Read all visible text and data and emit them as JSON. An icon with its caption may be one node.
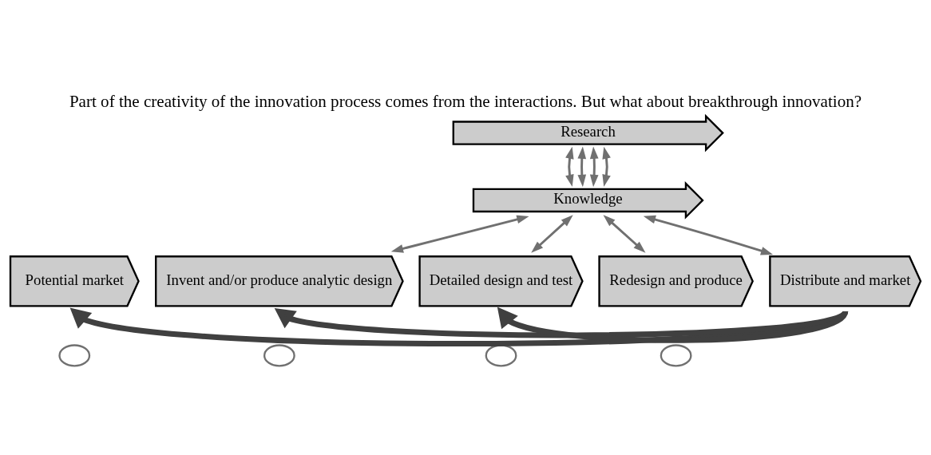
{
  "diagram": {
    "title": "Part of the creativity of the innovation process comes from the interactions. But what about breakthrough innovation?",
    "nodes": [
      {
        "text": [
          "Research"
        ]
      },
      {
        "text": [
          "Knowledge"
        ]
      },
      {
        "text": [
          "Potential market"
        ]
      },
      {
        "text": [
          "Invent and/or produce analytic design"
        ]
      },
      {
        "text": [
          "Detailed design and test"
        ]
      },
      {
        "text": [
          "Redesign and produce"
        ]
      },
      {
        "text": [
          "Distribute and market"
        ]
      },
      {
        "text": [],
        "shape": "ellipse"
      },
      {
        "text": [],
        "shape": "ellipse"
      },
      {
        "text": [],
        "shape": "ellipse"
      },
      {
        "text": [],
        "shape": "ellipse"
      }
    ],
    "edges": [
      {
        "from": 0,
        "to": 1,
        "arrow": "both"
      },
      {
        "from": 0,
        "to": 1,
        "arrow": "both"
      },
      {
        "from": 0,
        "to": 1,
        "arrow": "both"
      },
      {
        "from": 0,
        "to": 1,
        "arrow": "both"
      },
      {
        "from": 1,
        "to": 3,
        "arrow": "both"
      },
      {
        "from": 1,
        "to": 4,
        "arrow": "both"
      },
      {
        "from": 1,
        "to": 5,
        "arrow": "both"
      },
      {
        "from": 1,
        "to": 6,
        "arrow": "both"
      },
      {
        "from": 6,
        "to": 2,
        "arrow": "to",
        "style": "thick",
        "color": "#404040"
      },
      {
        "from": 6,
        "to": 3,
        "arrow": "to",
        "style": "thick",
        "color": "#404040"
      },
      {
        "from": 6,
        "to": 4,
        "arrow": "to",
        "style": "thick",
        "color": "#404040"
      }
    ]
  }
}
